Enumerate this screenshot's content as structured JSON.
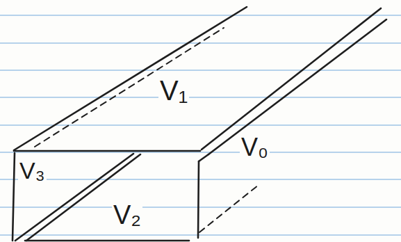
{
  "diagram": {
    "labels": [
      "V₁",
      "V₃",
      "V₂",
      "V₀"
    ]
  }
}
